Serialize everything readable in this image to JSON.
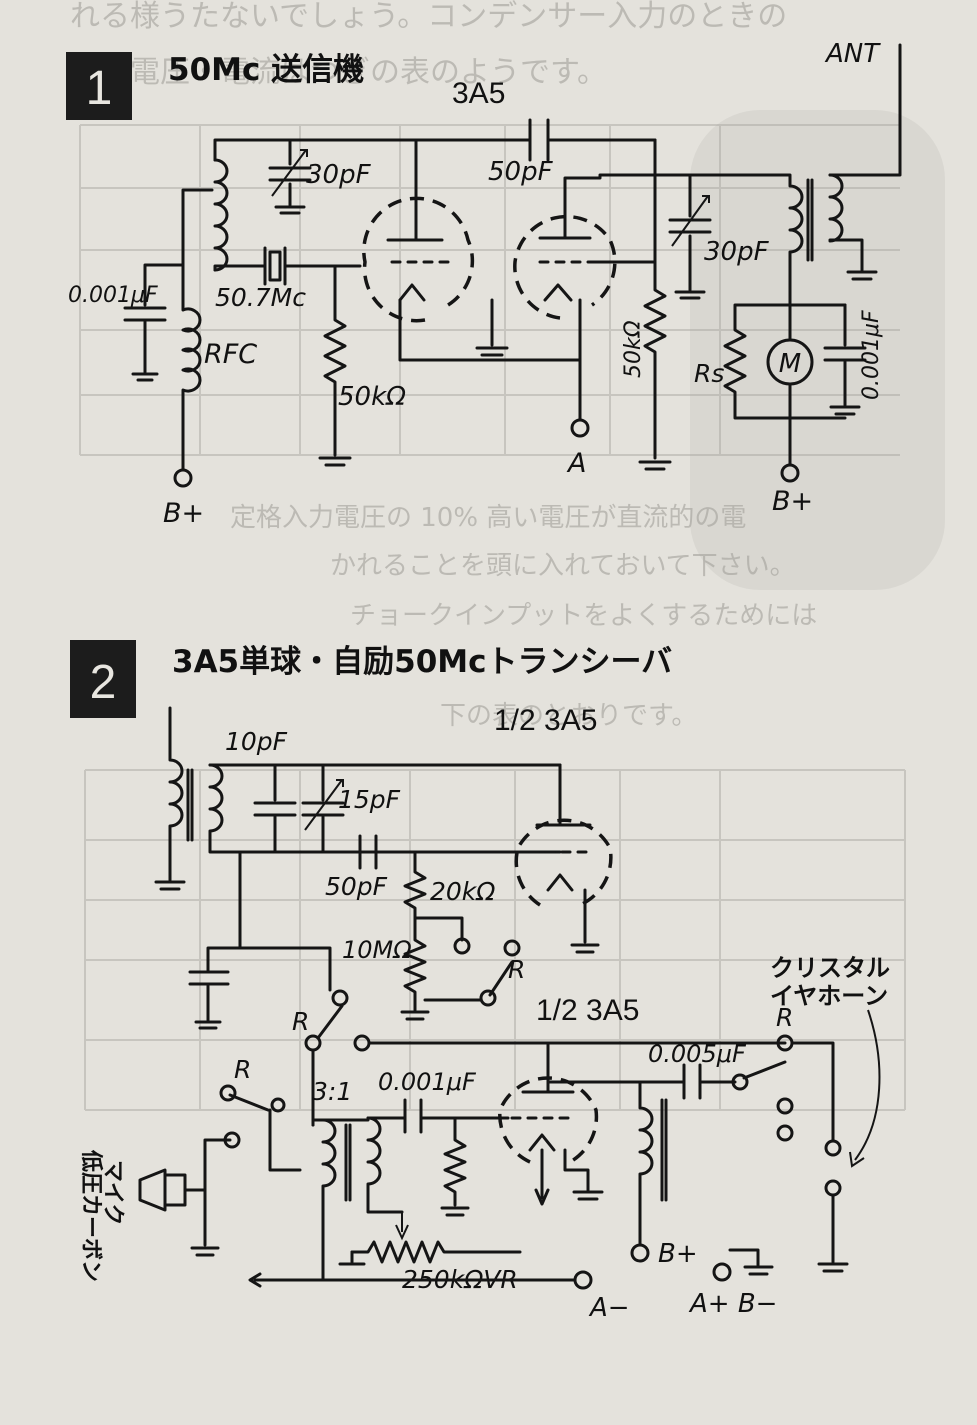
{
  "background_text": [
    "れる様うたないでしょう。コンデンサー入力のときの",
    "入力電圧・電流はつぎの表のようです。",
    "定格入力電圧の 10% 高い電圧が直流的の電",
    "かれることを頭に入れておいて下さい。",
    "チョークインプットをよくするためには",
    "下の表のとおりです。"
  ],
  "fig1": {
    "number": "1",
    "title": "50Mc 送信機",
    "tube": "3A5",
    "labels": {
      "ant": "ANT",
      "c_30pf_left": "30pF",
      "c_50pf": "50pF",
      "c_30pf_right": "30pF",
      "c_0001_left": "0.001μF",
      "crystal": "50.7Mc",
      "rfc": "RFC",
      "r_50k_grid": "50kΩ",
      "r_50k_plate": "50kΩ",
      "rs": "Rs",
      "meter": "M",
      "c_0001_right": "0.001μF",
      "terminal_a": "A",
      "bplus_left": "B+",
      "bplus_right": "B+"
    }
  },
  "fig2": {
    "number": "2",
    "title": "3A5単球・自励50Mcトランシーバ",
    "tube_top": "1/2 3A5",
    "tube_bottom": "1/2 3A5",
    "labels": {
      "c_10pf": "10pF",
      "c_15pf": "15pF",
      "c_50pf": "50pF",
      "r_20k": "20kΩ",
      "r_10m": "10MΩ",
      "switch_r1": "R",
      "switch_r2": "R",
      "switch_r3": "R",
      "switch_r4": "R",
      "ratio": "3:1",
      "c_0001": "0.001μF",
      "c_0005": "0.005μF",
      "vr": "250kΩVR",
      "crystal_earphone_1": "クリスタル",
      "crystal_earphone_2": "イヤホーン",
      "mic_1": "低圧カーボン",
      "mic_2": "マイク",
      "aminus": "A−",
      "bplus": "B+",
      "apbm": "A+ B−"
    }
  }
}
